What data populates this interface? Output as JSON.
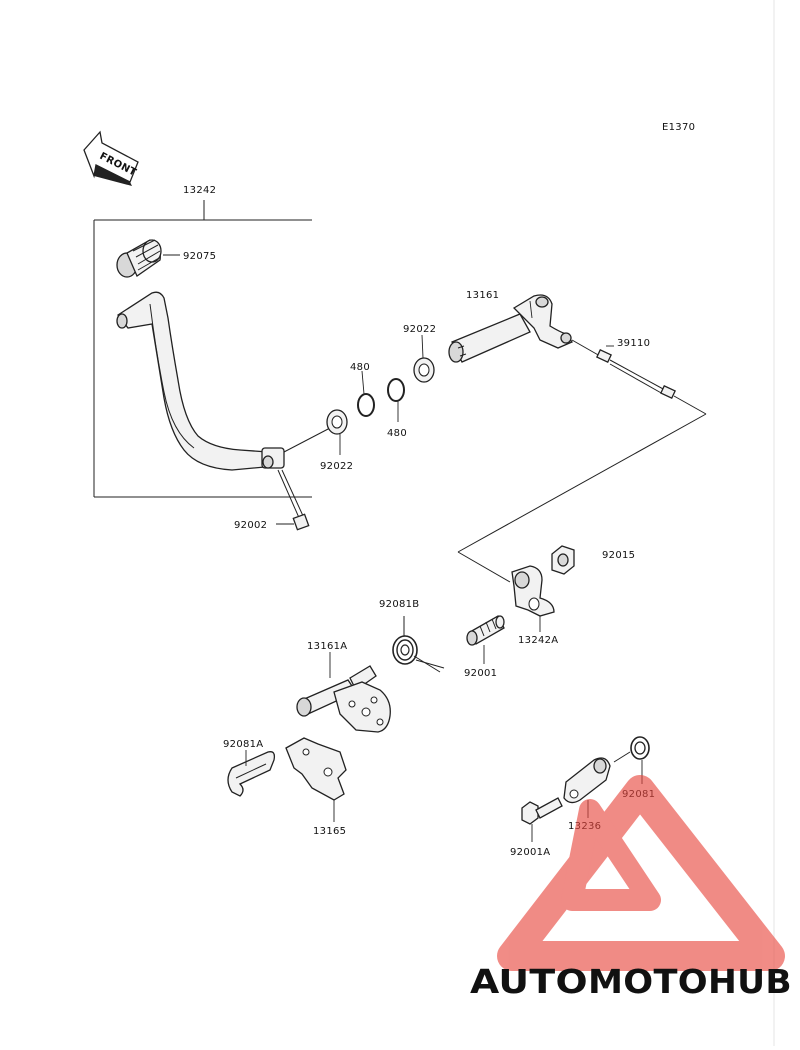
{
  "diagram": {
    "code": "E1370",
    "front_label": "FRONT"
  },
  "parts": [
    {
      "id": "p13242",
      "number": "13242"
    },
    {
      "id": "p92075",
      "number": "92075"
    },
    {
      "id": "p13161",
      "number": "13161"
    },
    {
      "id": "p92022a",
      "number": "92022"
    },
    {
      "id": "p39110",
      "number": "39110"
    },
    {
      "id": "p480a",
      "number": "480"
    },
    {
      "id": "p480b",
      "number": "480"
    },
    {
      "id": "p92022b",
      "number": "92022"
    },
    {
      "id": "p92002",
      "number": "92002"
    },
    {
      "id": "p92015",
      "number": "92015"
    },
    {
      "id": "p92081B",
      "number": "92081B"
    },
    {
      "id": "p13161A",
      "number": "13161A"
    },
    {
      "id": "p13242A",
      "number": "13242A"
    },
    {
      "id": "p92001",
      "number": "92001"
    },
    {
      "id": "p92081A",
      "number": "92081A"
    },
    {
      "id": "p92081",
      "number": "92081"
    },
    {
      "id": "p13236",
      "number": "13236"
    },
    {
      "id": "p13165",
      "number": "13165"
    },
    {
      "id": "p92001A",
      "number": "92001A"
    }
  ],
  "watermark": {
    "word_part1": "AUTO",
    "word_part2": "MOTO",
    "word_part3": "HUB",
    "color_orange": "#f5a623",
    "color_red": "#e8453c",
    "color_gray": "#7a7a7a"
  }
}
